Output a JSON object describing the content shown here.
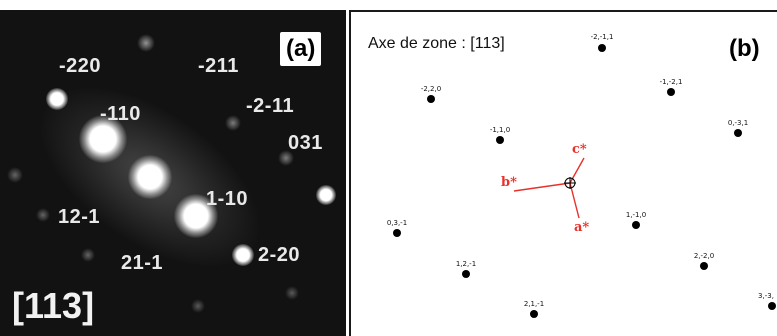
{
  "panel_a": {
    "label": "(a)",
    "zone_label": "[113]",
    "indices": [
      "-220",
      "-211",
      "-110",
      "-2-11",
      "031",
      "1-10",
      "12-1",
      "21-1",
      "2-20"
    ]
  },
  "panel_b": {
    "label": "(b)",
    "zone_axis": "Axe de zone : [113]",
    "spots": [
      "-2,-1,1",
      "-2,2,0",
      "-1,-2,1",
      "-1,1,0",
      "0,-3,1",
      "0,3,-1",
      "1,-1,0",
      "1,2,-1",
      "2,-2,0",
      "2,1,-1",
      "3,-3,"
    ],
    "vectors": {
      "a": "a*",
      "b": "b*",
      "c": "c*",
      "color": "#e8312a"
    }
  }
}
